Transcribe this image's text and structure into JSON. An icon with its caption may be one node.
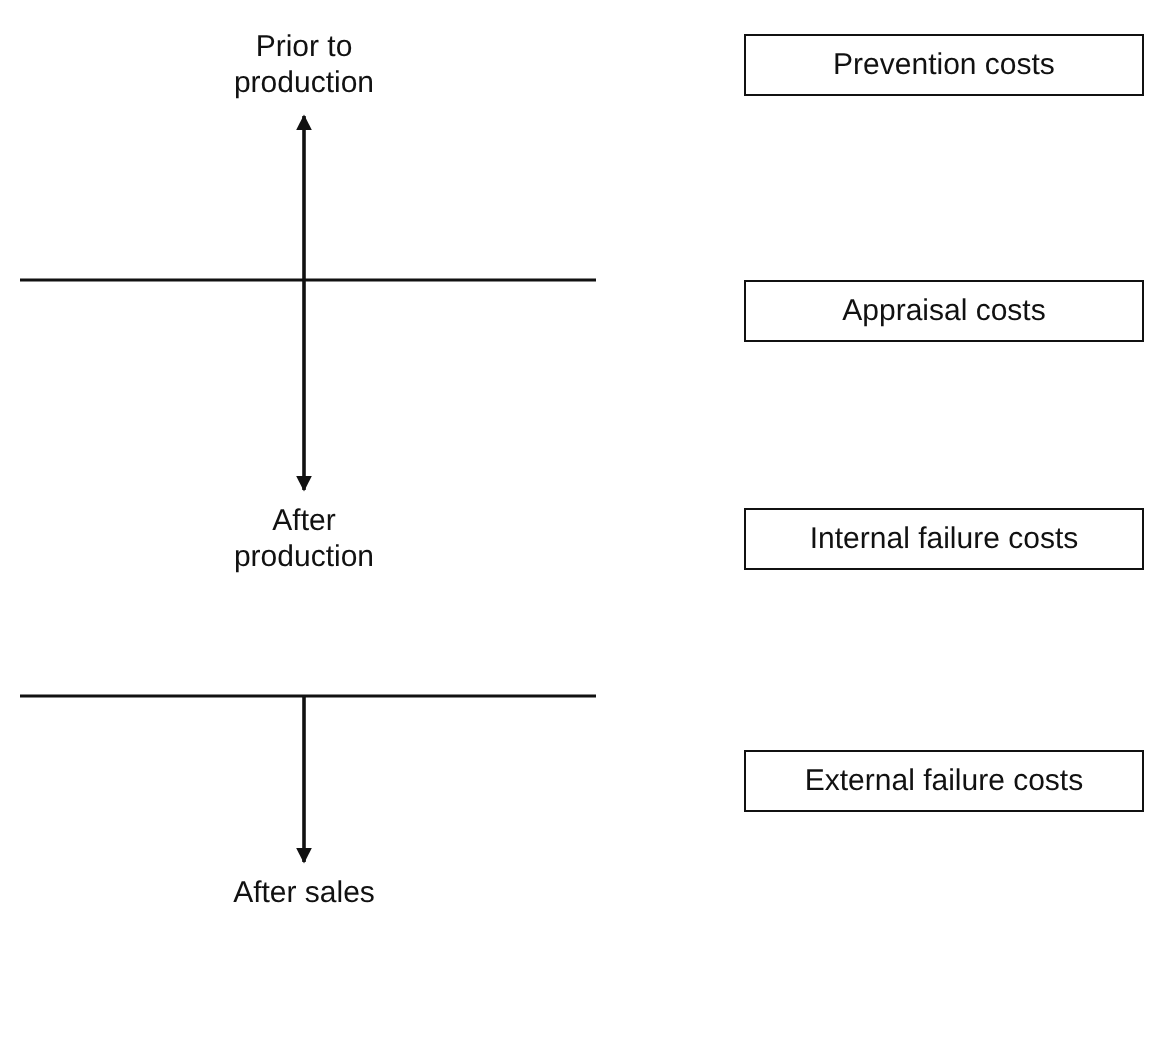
{
  "diagram": {
    "nodes": [
      {
        "text": [
          "Prior to production"
        ]
      },
      {
        "text": [
          "Prevention costs"
        ]
      },
      {
        "text": [
          "Appraisal costs"
        ]
      },
      {
        "text": [
          "After production"
        ]
      },
      {
        "text": [
          "Internal failure costs"
        ]
      },
      {
        "text": [
          "External failure costs"
        ]
      },
      {
        "text": [
          "After sales"
        ]
      }
    ],
    "edges": [
      {
        "from": 0,
        "to": 3,
        "arrow": "both"
      },
      {
        "from": null,
        "to": 6,
        "arrow": "to"
      }
    ]
  }
}
